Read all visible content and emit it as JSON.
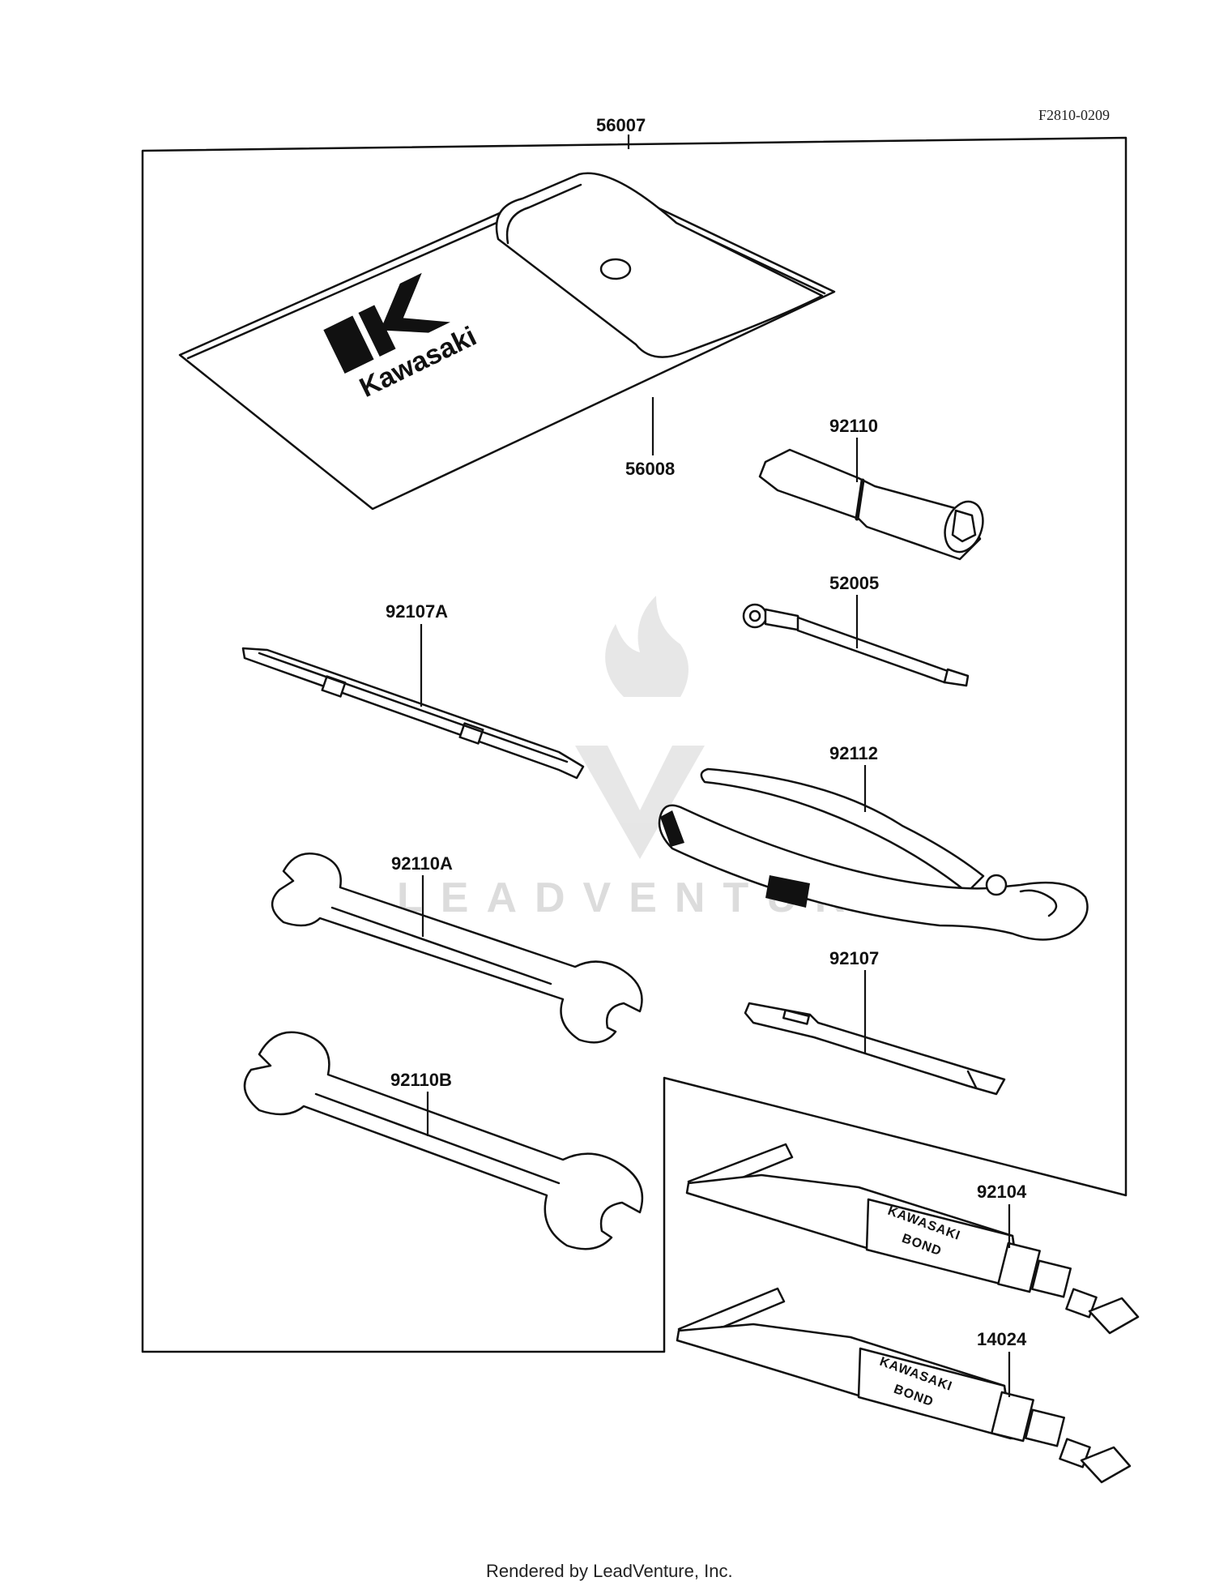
{
  "figure_code": "F2810-0209",
  "kit_label": "56007",
  "parts": {
    "pouch": "56008",
    "plug_wrench": "92110",
    "handle": "52005",
    "screwdriver_double": "92107A",
    "pliers": "92112",
    "wrench_a": "92110A",
    "screwdriver": "92107",
    "wrench_b": "92110B",
    "bond_upper": "92104",
    "bond_lower": "14024"
  },
  "logo_text": "Kawasaki",
  "tube_text_line1": "KAWASAKI",
  "tube_text_line2": "BOND",
  "watermark": "LEADVENTURE",
  "footer": "Rendered by LeadVenture, Inc."
}
